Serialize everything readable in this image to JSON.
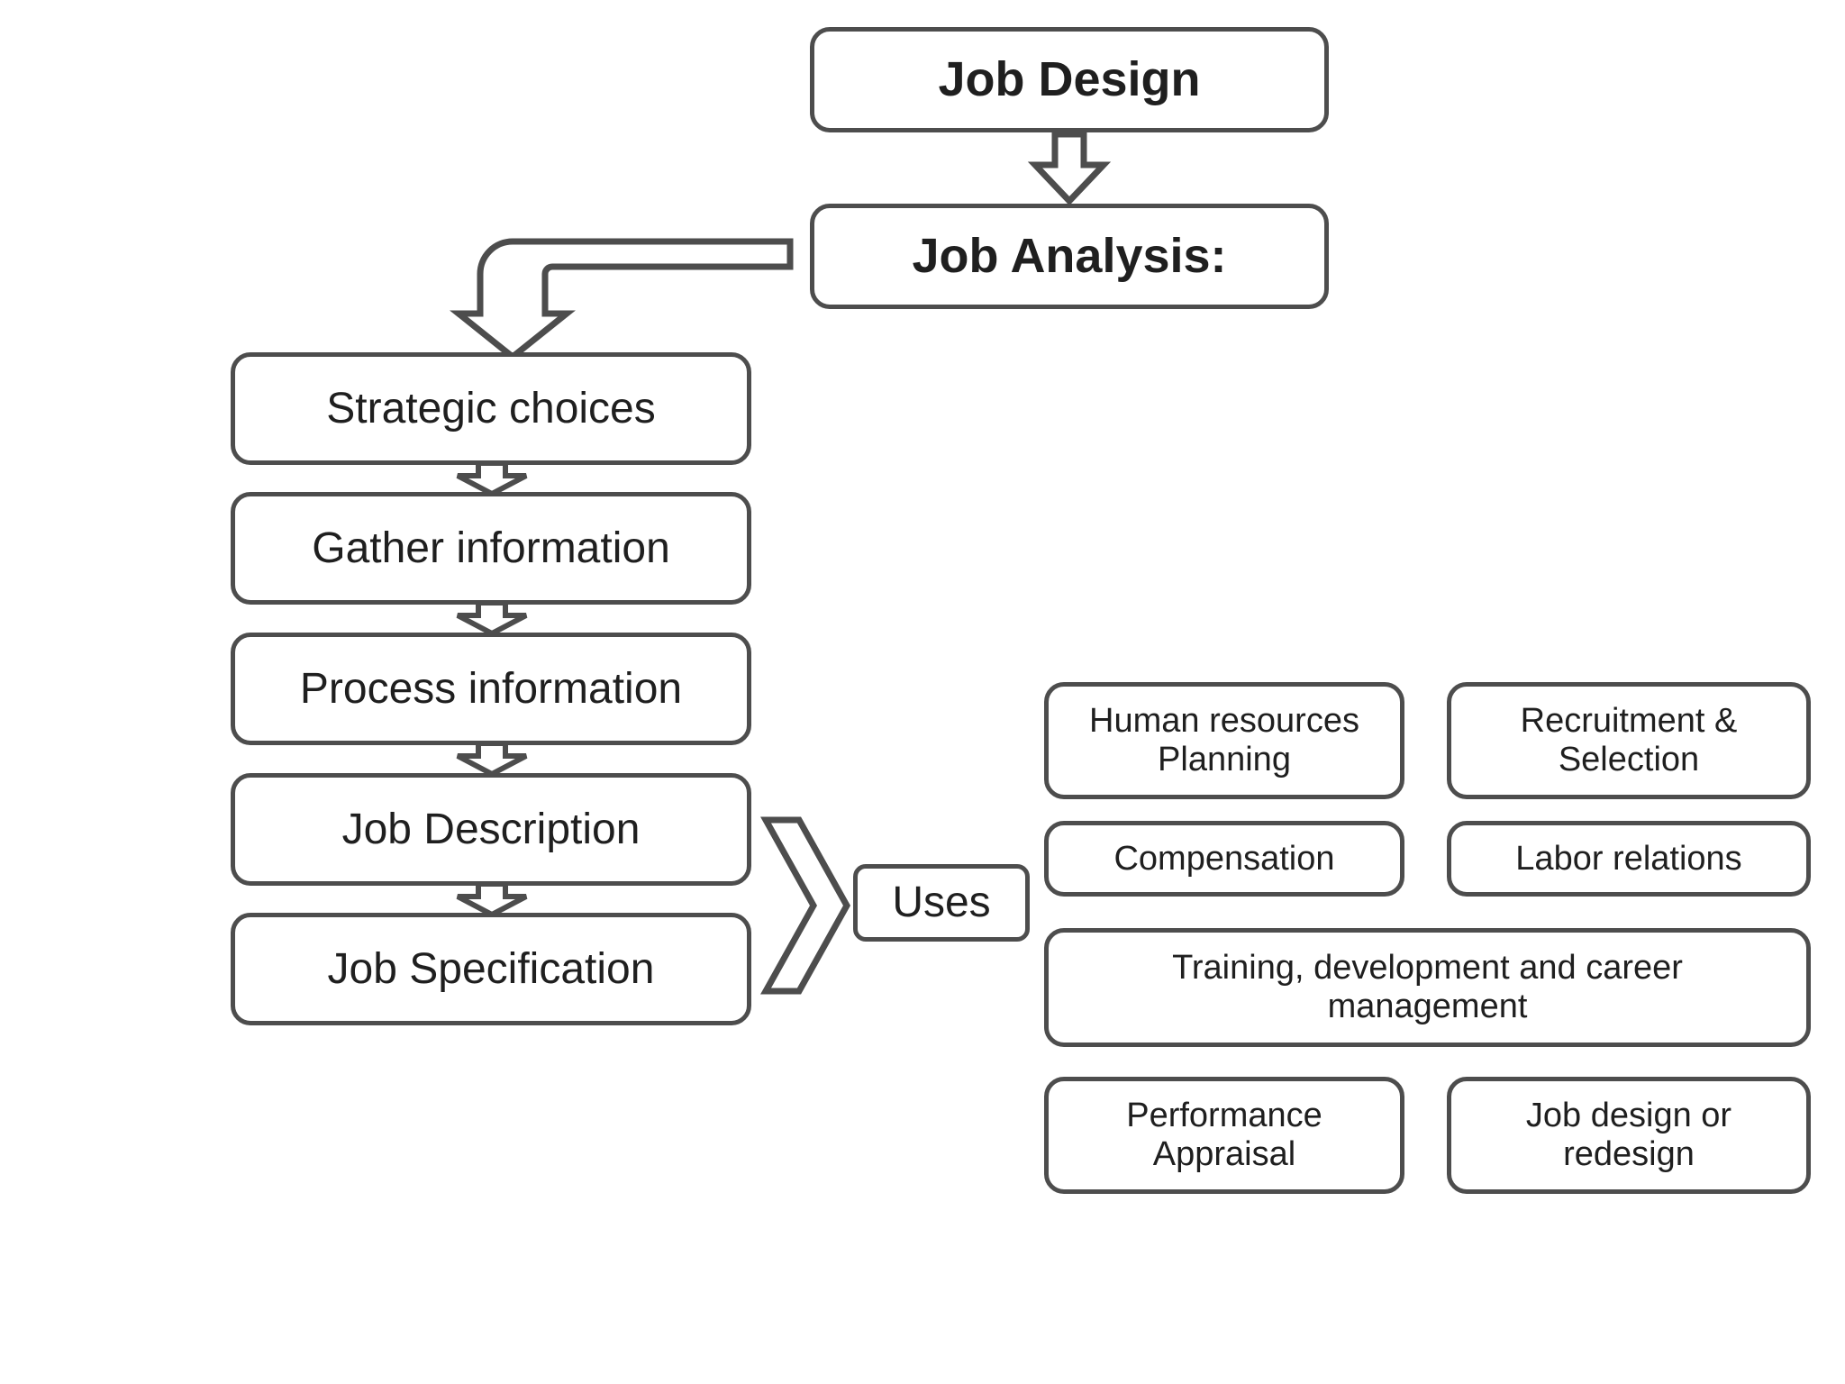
{
  "diagram": {
    "title": "Job Design / Job Analysis process flow",
    "background_color": "#ffffff",
    "stroke_color": "#4d4d4d",
    "text_color": "#1f1f1f"
  },
  "header": {
    "job_design": "Job Design",
    "job_analysis": "Job Analysis:"
  },
  "pipeline": {
    "steps": [
      {
        "id": "strategic-choices",
        "label": "Strategic choices"
      },
      {
        "id": "gather-information",
        "label": "Gather information"
      },
      {
        "id": "process-information",
        "label": "Process information"
      },
      {
        "id": "job-description",
        "label": "Job Description"
      },
      {
        "id": "job-specification",
        "label": "Job Specification"
      }
    ]
  },
  "uses": {
    "label": "Uses",
    "items": [
      {
        "id": "use-hr-planning",
        "line1": "Human resources",
        "line2": "Planning"
      },
      {
        "id": "use-recruitment",
        "line1": "Recruitment &",
        "line2": "Selection"
      },
      {
        "id": "use-compensation",
        "line1": "Compensation",
        "line2": ""
      },
      {
        "id": "use-labor",
        "line1": "Labor relations",
        "line2": ""
      },
      {
        "id": "use-training",
        "line1": "Training, development and career",
        "line2": "management"
      },
      {
        "id": "use-performance",
        "line1": "Performance",
        "line2": "Appraisal"
      },
      {
        "id": "use-job-redesign",
        "line1": "Job design or",
        "line2": "redesign"
      }
    ]
  },
  "connectors": {
    "design_to_analysis": "down-block-arrow",
    "analysis_to_strategic": "elbow-left-down-block-arrow",
    "strategic_to_gather": "down-block-arrow",
    "gather_to_process": "down-block-arrow",
    "process_to_description": "down-block-arrow",
    "description_to_specification": "down-block-arrow",
    "pipeline_to_uses": "right-chevron-arrow"
  }
}
